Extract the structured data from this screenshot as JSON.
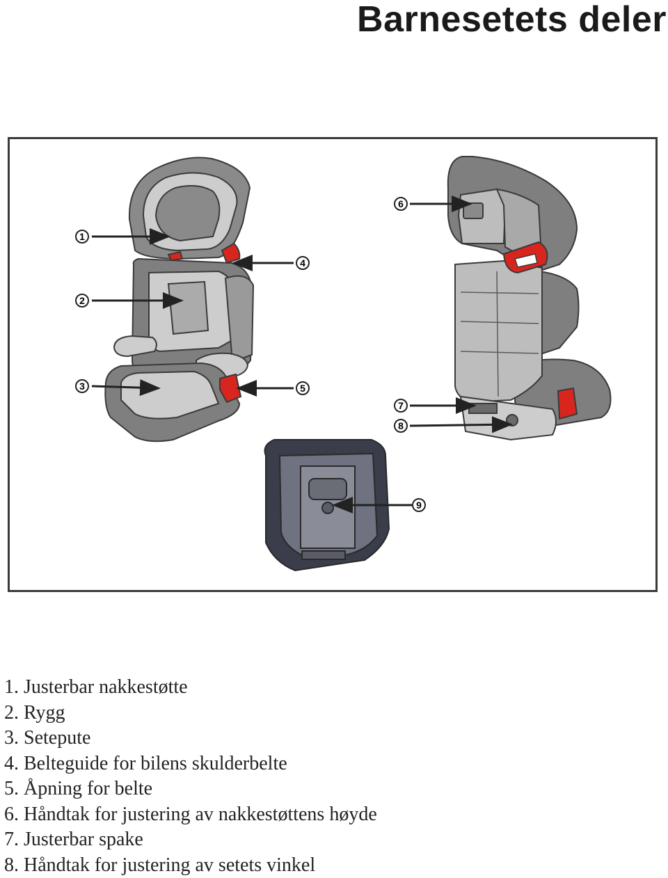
{
  "title": "Barnesetets deler",
  "figure": {
    "callouts": [
      "1",
      "2",
      "3",
      "4",
      "5",
      "6",
      "7",
      "8",
      "9"
    ],
    "colors": {
      "seat_dark": "#7f7f7f",
      "seat_light": "#cdcdcd",
      "accent_red": "#d8261f",
      "outline": "#3a3a3a"
    }
  },
  "legend": [
    {
      "num": "1.",
      "text": "Justerbar nakkestøtte"
    },
    {
      "num": "2.",
      "text": "Rygg"
    },
    {
      "num": "3.",
      "text": "Setepute"
    },
    {
      "num": "4.",
      "text": "Belteguide for bilens skulderbelte"
    },
    {
      "num": "5.",
      "text": "Åpning for belte"
    },
    {
      "num": "6.",
      "text": "Håndtak for justering av nakkestøttens høyde"
    },
    {
      "num": "7.",
      "text": "Justerbar spake"
    },
    {
      "num": "8.",
      "text": "Håndtak for justering av setets vinkel"
    }
  ]
}
